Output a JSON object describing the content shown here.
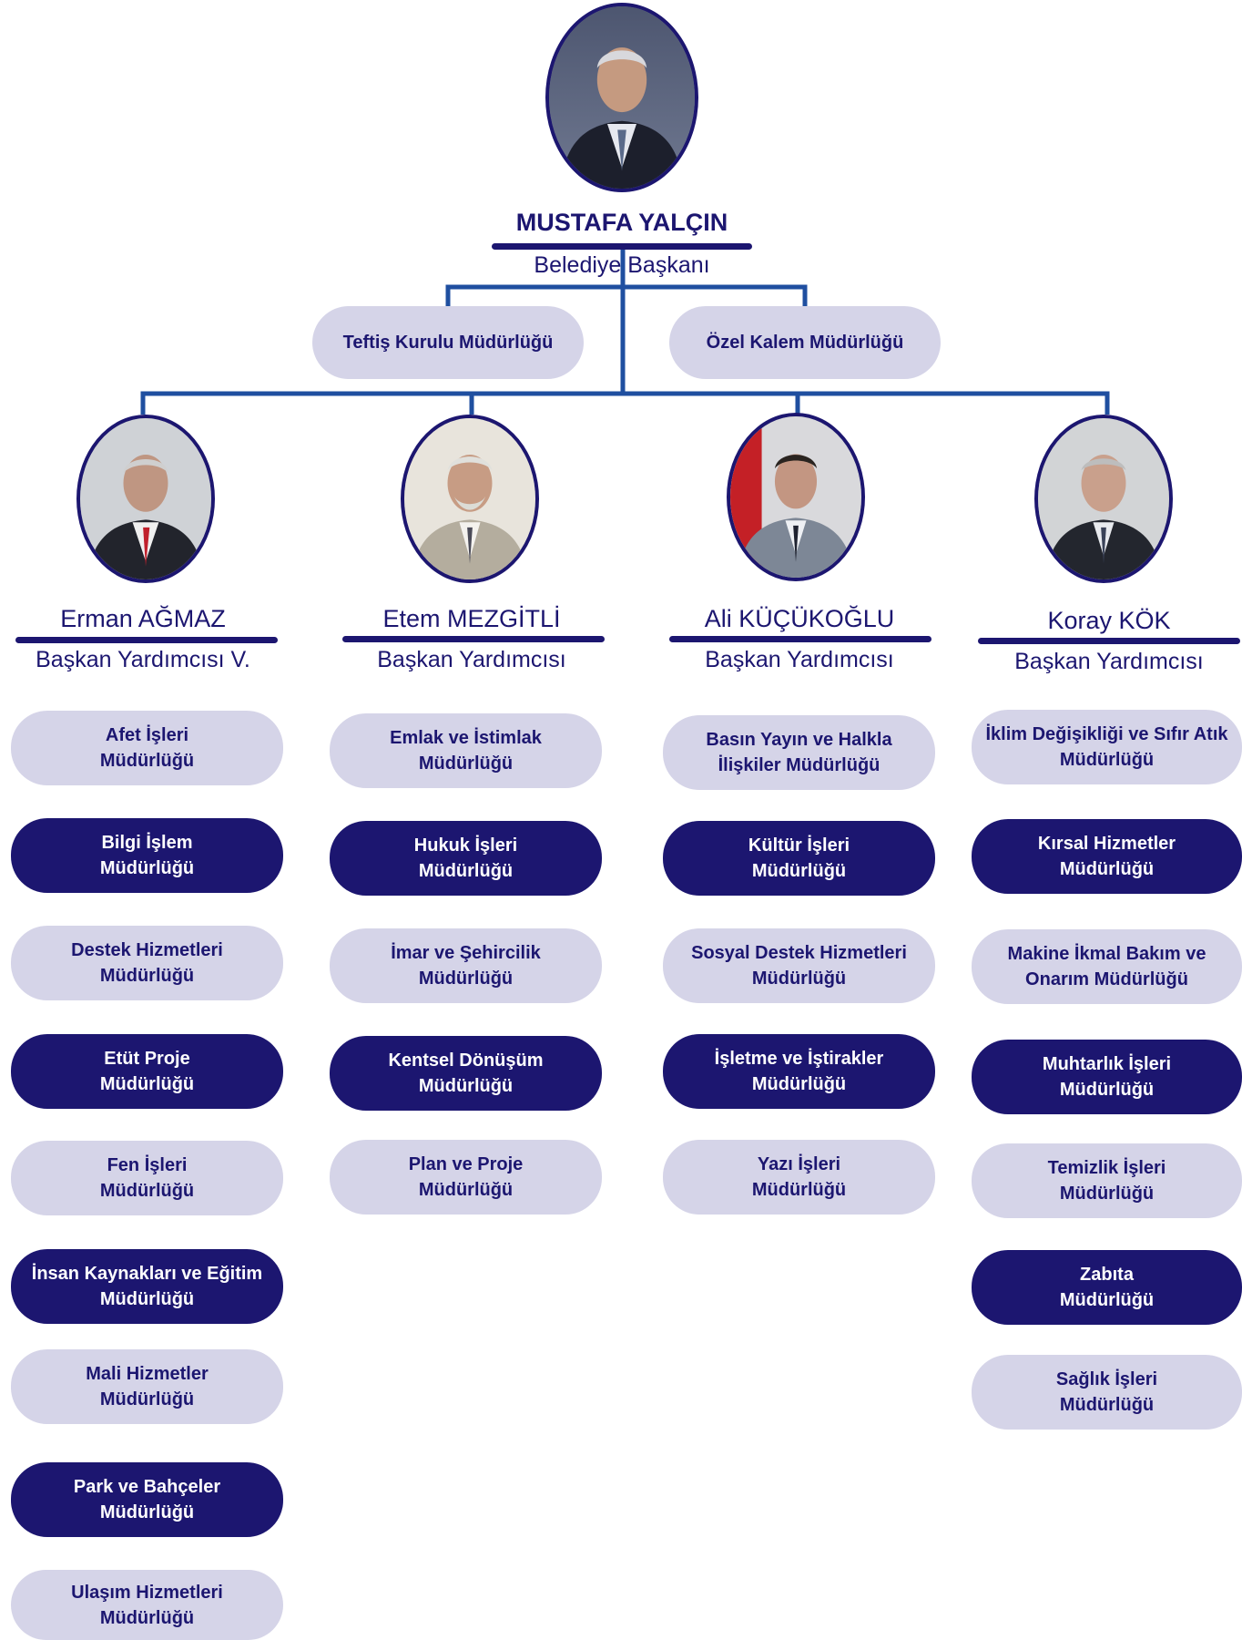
{
  "mayor": {
    "name": "MUSTAFA YALÇIN",
    "title": "Belediye Başkanı"
  },
  "staff_units": [
    "Teftiş Kurulu Müdürlüğü",
    "Özel Kalem Müdürlüğü"
  ],
  "deputies": [
    {
      "name": "Erman AĞMAZ",
      "title": "Başkan Yardımcısı V.",
      "units": [
        "Afet İşleri\nMüdürlüğü",
        "Bilgi İşlem\nMüdürlüğü",
        "Destek Hizmetleri\nMüdürlüğü",
        "Etüt Proje\nMüdürlüğü",
        "Fen İşleri\nMüdürlüğü",
        "İnsan Kaynakları ve Eğitim\nMüdürlüğü",
        "Mali Hizmetler\nMüdürlüğü",
        "Park ve Bahçeler\nMüdürlüğü",
        "Ulaşım Hizmetleri\nMüdürlüğü"
      ]
    },
    {
      "name": "Etem MEZGİTLİ",
      "title": "Başkan Yardımcısı",
      "units": [
        "Emlak ve İstimlak\nMüdürlüğü",
        "Hukuk İşleri\nMüdürlüğü",
        "İmar ve Şehircilik\nMüdürlüğü",
        "Kentsel Dönüşüm\nMüdürlüğü",
        "Plan ve Proje\nMüdürlüğü"
      ]
    },
    {
      "name": "Ali KÜÇÜKOĞLU",
      "title": "Başkan Yardımcısı",
      "units": [
        "Basın Yayın ve Halkla\nİlişkiler  Müdürlüğü",
        "Kültür İşleri\nMüdürlüğü",
        "Sosyal Destek Hizmetleri\nMüdürlüğü",
        "İşletme ve İştirakler\nMüdürlüğü",
        "Yazı İşleri\nMüdürlüğü"
      ]
    },
    {
      "name": "Koray KÖK",
      "title": "Başkan Yardımcısı",
      "units": [
        "İklim Değişikliği ve Sıfır Atık\nMüdürlüğü",
        "Kırsal Hizmetler\nMüdürlüğü",
        "Makine İkmal Bakım ve\nOnarım Müdürlüğü",
        "Muhtarlık İşleri\nMüdürlüğü",
        "Temizlik İşleri\nMüdürlüğü",
        "Zabıta\nMüdürlüğü",
        "Sağlık İşleri\nMüdürlüğü"
      ]
    }
  ],
  "colors": {
    "navy": "#1c1670",
    "light": "#d5d4e8",
    "connector": "#1f4fa0"
  }
}
